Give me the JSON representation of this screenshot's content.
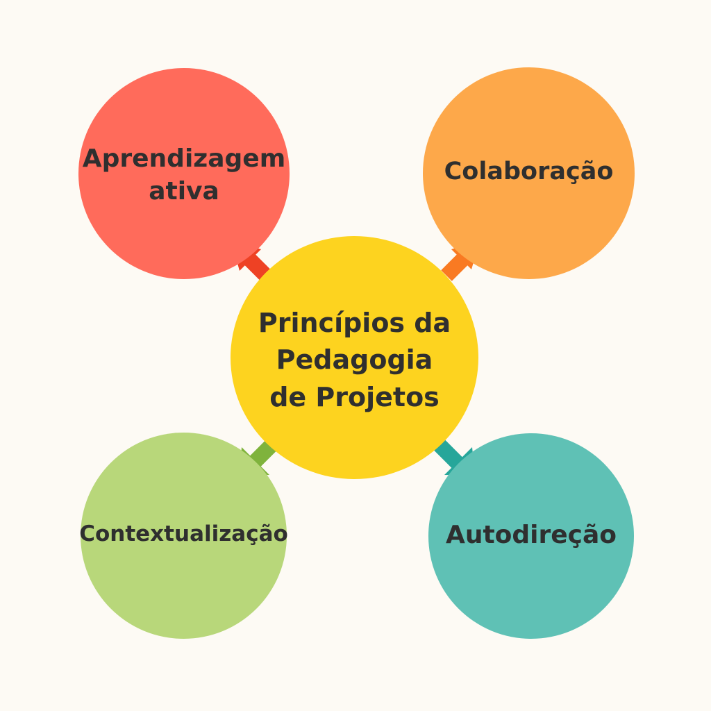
{
  "diagram": {
    "center": {
      "label": "Princípios da\nPedagogia\nde Projetos",
      "color": "#fdd31f"
    },
    "nodes": [
      {
        "id": "aprendizagem-ativa",
        "label": "Aprendizagem\nativa",
        "color": "#ff6b5b",
        "arrow_color": "#ee4124"
      },
      {
        "id": "colaboracao",
        "label": "Colaboração",
        "color": "#fda84a",
        "arrow_color": "#f97a22"
      },
      {
        "id": "contextualizacao",
        "label": "Contextualização",
        "color": "#b8d77a",
        "arrow_color": "#7fb33c"
      },
      {
        "id": "autodirecao",
        "label": "Autodireção",
        "color": "#5fc1b5",
        "arrow_color": "#26a69a"
      }
    ]
  }
}
